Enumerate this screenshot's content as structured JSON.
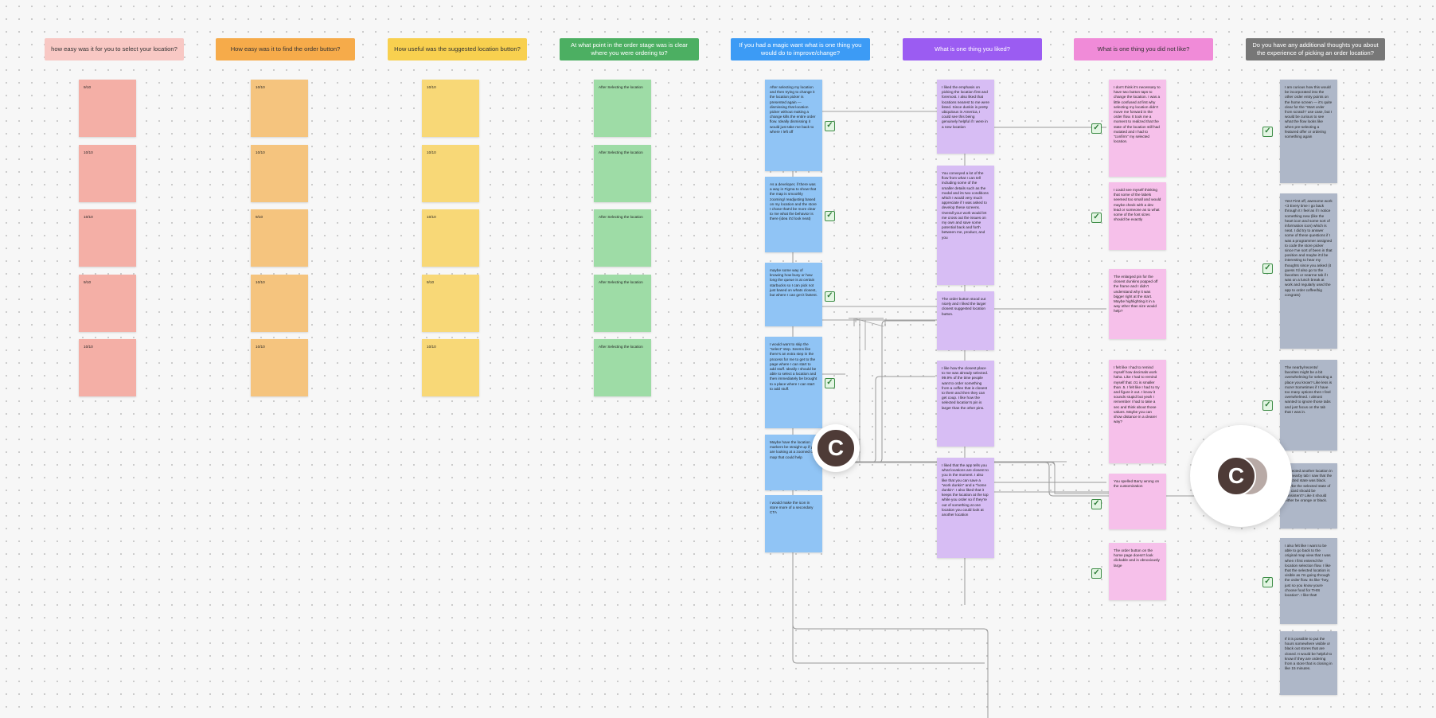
{
  "colors": {
    "c1": {
      "header": "#f8c8c4",
      "note": "#f4afa6",
      "header_text": "#333333"
    },
    "c2": {
      "header": "#f6ab4a",
      "note": "#f5c47e",
      "header_text": "#333333"
    },
    "c3": {
      "header": "#f8d04f",
      "note": "#f8d877",
      "header_text": "#333333"
    },
    "c4": {
      "header": "#4caf62",
      "note": "#9edca6",
      "header_text": "#ffffff"
    },
    "c5": {
      "header": "#3c9bf5",
      "note": "#90c4f5",
      "header_text": "#ffffff"
    },
    "c6": {
      "header": "#9b5cf2",
      "note": "#d7bdf4",
      "header_text": "#ffffff"
    },
    "c7": {
      "header": "#f08bd8",
      "note": "#f6c0ea",
      "header_text": "#333333"
    },
    "c8": {
      "header": "#777777",
      "note": "#aeb7c8",
      "header_text": "#ffffff"
    }
  },
  "columns": [
    {
      "id": "c1",
      "header": "how easy was it for you to select your location?",
      "notes": [
        {
          "text": "9/10",
          "author": "",
          "checked": false
        },
        {
          "text": "10/10",
          "author": "",
          "checked": false
        },
        {
          "text": "10/10",
          "author": "",
          "checked": false
        },
        {
          "text": "9/10",
          "author": "",
          "checked": false
        },
        {
          "text": "10/10",
          "author": "",
          "checked": false
        }
      ]
    },
    {
      "id": "c2",
      "header": "How easy was it to find the order button?",
      "notes": [
        {
          "text": "10/10",
          "author": "",
          "checked": false
        },
        {
          "text": "10/10",
          "author": "",
          "checked": false
        },
        {
          "text": "9/10",
          "author": "",
          "checked": false
        },
        {
          "text": "10/10",
          "author": "",
          "checked": false
        },
        {
          "text": "10/10",
          "author": "",
          "checked": false
        }
      ]
    },
    {
      "id": "c3",
      "header": "How useful was the suggested location button?",
      "notes": [
        {
          "text": "10/10",
          "author": "",
          "checked": false
        },
        {
          "text": "10/10",
          "author": "",
          "checked": false
        },
        {
          "text": "10/10",
          "author": "",
          "checked": false
        },
        {
          "text": "9/10",
          "author": "",
          "checked": false
        },
        {
          "text": "10/10",
          "author": "",
          "checked": false
        }
      ]
    },
    {
      "id": "c4",
      "header": "At what point in the order stage was is clear where you were ordering to?",
      "notes": [
        {
          "text": "After Selecting the location",
          "author": "",
          "checked": false
        },
        {
          "text": "After Selecting the location",
          "author": "",
          "checked": false
        },
        {
          "text": "After Selecting the location",
          "author": "",
          "checked": false
        },
        {
          "text": "After Selecting the location",
          "author": "",
          "checked": false
        },
        {
          "text": "After Selecting the location",
          "author": "",
          "checked": false
        }
      ]
    },
    {
      "id": "c5",
      "header": "If you had a magic want what is one thing you would do to improve/change?",
      "notes": [
        {
          "text": "After selecting my location and then trying to change it the location picker is presented again — dismissing that location picker without making a change kills the entire order flow. Ideally dismissing it would just take me back to where I left off",
          "author": "",
          "checked": true
        },
        {
          "text": "As a developer, if there was a way in Figma to show that the map is smoothly zooming/ readjusting based on my location and the store I chose that'd be more clear to me what the behavior is there (idea it'd look neat)",
          "author": "",
          "checked": true
        },
        {
          "text": "maybe some way of knowing how busy or how long the queue is at certain starbucks so I can pick not just based on whats closest, but where I can get it fastest.",
          "author": "",
          "checked": true
        },
        {
          "text": "I would want to skip the \"select\" step. Seems like there's an extra step in the process for me to get to the page where I can start to add stuff. Ideally I should be able to select a location and then immediately be brought to a place where I can start to add stuff.",
          "author": "",
          "checked": true
        },
        {
          "text": "Maybe have the location markers be straight up if you are looking at a zoomed out map that could help",
          "author": "",
          "checked": false
        },
        {
          "text": "I would make the icon in store more of a secondary CTA",
          "author": "",
          "checked": false
        }
      ]
    },
    {
      "id": "c6",
      "header": "What is one thing you liked?",
      "notes": [
        {
          "text": "I liked the emphasis on picking the location first and foremost. I also liked that locations nearest to me were listed. Since dunkin is pretty ubiquitous in America, I could see this being genuinely helpful if I were in a new location",
          "author": "",
          "checked": false
        },
        {
          "text": "You conveyed a lot of the flow from what I can tell including some of the smaller details such as the modal and its two conditions which I would very much appreciate if I was asked to develop these screens. Overall your work would let me cross out the issues on my own and save some potential back and forth between me, product, and you",
          "author": "",
          "checked": false
        },
        {
          "text": "The order button stood out nicely and I liked the larger closest suggested location button.",
          "author": "",
          "checked": false
        },
        {
          "text": "I like how the closest place to me was already selected. 99.9% of the time people want to order something from a coffee that is closest to them and then they can get coup. I like how the selected location's pin is larger than the other pins.",
          "author": "",
          "checked": false
        },
        {
          "text": "I liked that the app tells you what locations are closest to you in the moment. I also like that you can save a \"work dunkin\" and a \"home dunkin\". I also liked that it keeps the location at the top while you order so if they're out of something at one location you could look at another location",
          "author": "",
          "checked": false
        }
      ]
    },
    {
      "id": "c7",
      "header": "What is one thing you did not like?",
      "notes": [
        {
          "text": "I don't think it's necessary to have two button taps to change the location. I was a little confused at first why selecting my location didn't move me forward in the order flow. It took me a moment to realized that the state of the location still had mutated and I had to \"confirm\" my selected location.",
          "author": "",
          "checked": true
        },
        {
          "text": "I could see myself thinking that some of the labels seemed too small and would maybe check with a dev lead or someone as to what some of the font sizes should be exactly",
          "author": "",
          "checked": true
        },
        {
          "text": "The enlarged pin for the closest dunkins popped off the frame and I didn't understand why it was bigger right at the start. Maybe highlighting it in a way other than size would help?",
          "author": "",
          "checked": false
        },
        {
          "text": "I felt like I had to remind myself how decimals work haha. Like I had to remind myself that .01 is smaller than .5. I felt like I had to try and figure it out. I know it sounds stupid but yeah I remember I had to take a sec and think about those values. Maybe you can show distance in a clearer way?",
          "author": "",
          "checked": false
        },
        {
          "text": "You spelled Barry wrong on the customization",
          "author": "",
          "checked": true
        },
        {
          "text": "The order button on the home page doesn't look clickable and is obnoxiously large",
          "author": "",
          "checked": true
        }
      ]
    },
    {
      "id": "c8",
      "header": "Do you have any additional thoughts you about the experience of picking an order location?",
      "notes": [
        {
          "text": "I am curious how this would be incorporated into the other order entry points on the home screen — it's quite clear for the \"Start order from scratch\" use case, but I would be curious to see what the flow looks like when pre-selecting a featured offer or ordering something again",
          "author": "",
          "checked": true
        },
        {
          "text": "Yes! First off, awesome work <3 Every time I go back through it I feel as if I notice something new (like the heart icon and some sort of information icon) which is neat. I did try to answer some of these questions if I was a programmer assigned to code the store picker since I've sort of been in that position and maybe it'd be interesting to hear my thoughts since you asked (it guess I'd also go to the favorites or nearme tab if I was on a lunch break at work and regularly used the app to order coffee/big congrats)",
          "author": "",
          "checked": true
        },
        {
          "text": "The nearby/recents/ favorites might be a bit overwhelming for selecting a place you know? Like less is more! Sometimes if I have too many options then I feel overwhelmed. I almost wanted to ignore those tabs and just focus on the tab that I was in.",
          "author": "",
          "checked": true
        },
        {
          "text": "I selected another location in the nearby tab I saw that the selected state was black. Maybe the selected state of the card should be consistent? Like it should either be orange or black.",
          "author": "",
          "checked": false
        },
        {
          "text": "I also felt like I want to be able to go back to the original map view that I was when I first entered the location selection flow. I like that the selected location is visible as I'm going through the order flow. Its like \"hey, just so you know youre choose food for THIS location\". I like that!",
          "author": "",
          "checked": true
        },
        {
          "text": "If it is possible to put the hours somewhere visible or black out stores that are closed. It would be helpful to know if they are ordering from a store that is closing in like 15 minutes.",
          "author": "",
          "checked": false
        }
      ]
    }
  ],
  "avatars": [
    {
      "initial": "C",
      "name": "collaborator-avatar"
    },
    {
      "initial": "C",
      "name": "collaborator-avatar"
    }
  ],
  "icons": {
    "check": "checkbox-checked-icon"
  }
}
